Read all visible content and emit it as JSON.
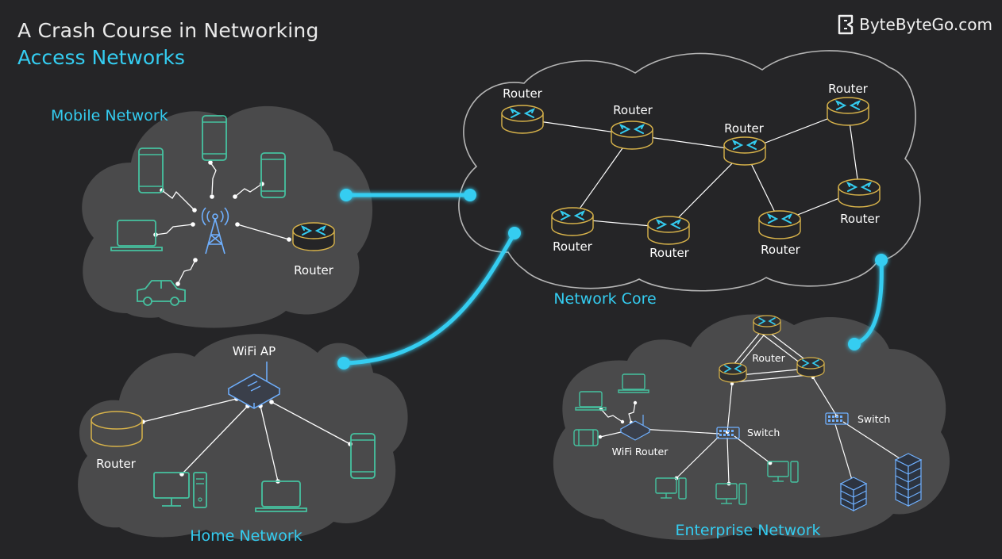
{
  "header": {
    "title": "A Crash Course in Networking",
    "subtitle": "Access Networks",
    "brand": "ByteByteGo.com"
  },
  "colors": {
    "background": "#252527",
    "cloud": "#4a4a4b",
    "accent": "#34cdf1",
    "router_outline": "#d8b34a",
    "device_outline": "#45c2a0"
  },
  "regions": {
    "mobile": {
      "label": "Mobile Network",
      "router_label": "Router"
    },
    "home": {
      "label": "Home Network",
      "ap_label": "WiFi AP",
      "router_label": "Router"
    },
    "core": {
      "label": "Network Core",
      "routers": [
        "Router",
        "Router",
        "Router",
        "Router",
        "Router",
        "Router",
        "Router",
        "Router"
      ]
    },
    "enterprise": {
      "label": "Enterprise Network",
      "router_label": "Router",
      "switch_label_1": "Switch",
      "switch_label_2": "Switch",
      "wifi_router_label": "WiFi Router"
    }
  },
  "icons": {
    "brand": "bytebytego-logo-icon",
    "router": "router-icon",
    "phone": "smartphone-icon",
    "laptop": "laptop-icon",
    "car": "car-icon",
    "tower": "cell-tower-icon",
    "wifi_ap": "wifi-access-point-icon",
    "desktop": "desktop-computer-icon",
    "switch": "switch-icon",
    "server": "server-rack-icon"
  }
}
